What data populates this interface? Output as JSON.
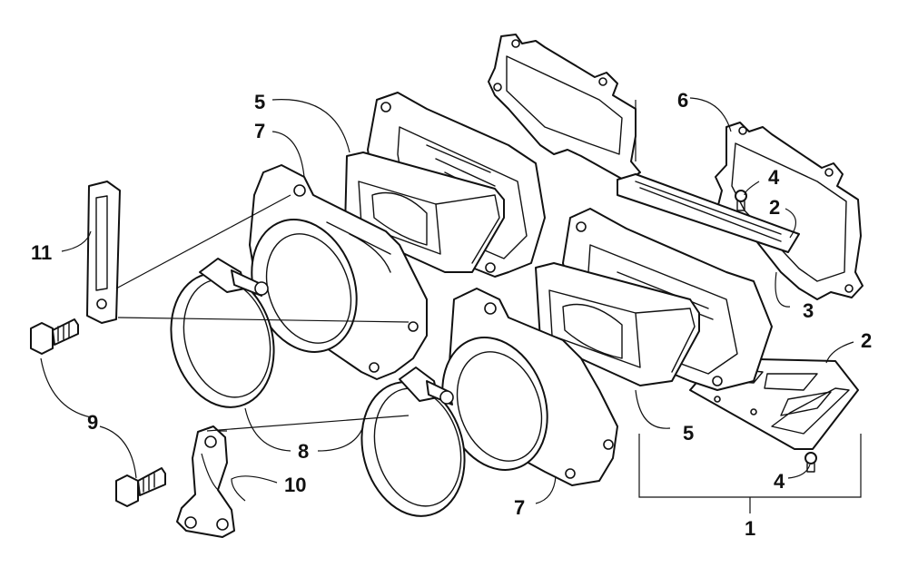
{
  "callouts": {
    "c1": "1",
    "c2a": "2",
    "c2b": "2",
    "c3": "3",
    "c4a": "4",
    "c4b": "4",
    "c5a": "5",
    "c5b": "5",
    "c6": "6",
    "c7a": "7",
    "c7b": "7",
    "c8": "8",
    "c9": "9",
    "c10": "10",
    "c11": "11"
  }
}
